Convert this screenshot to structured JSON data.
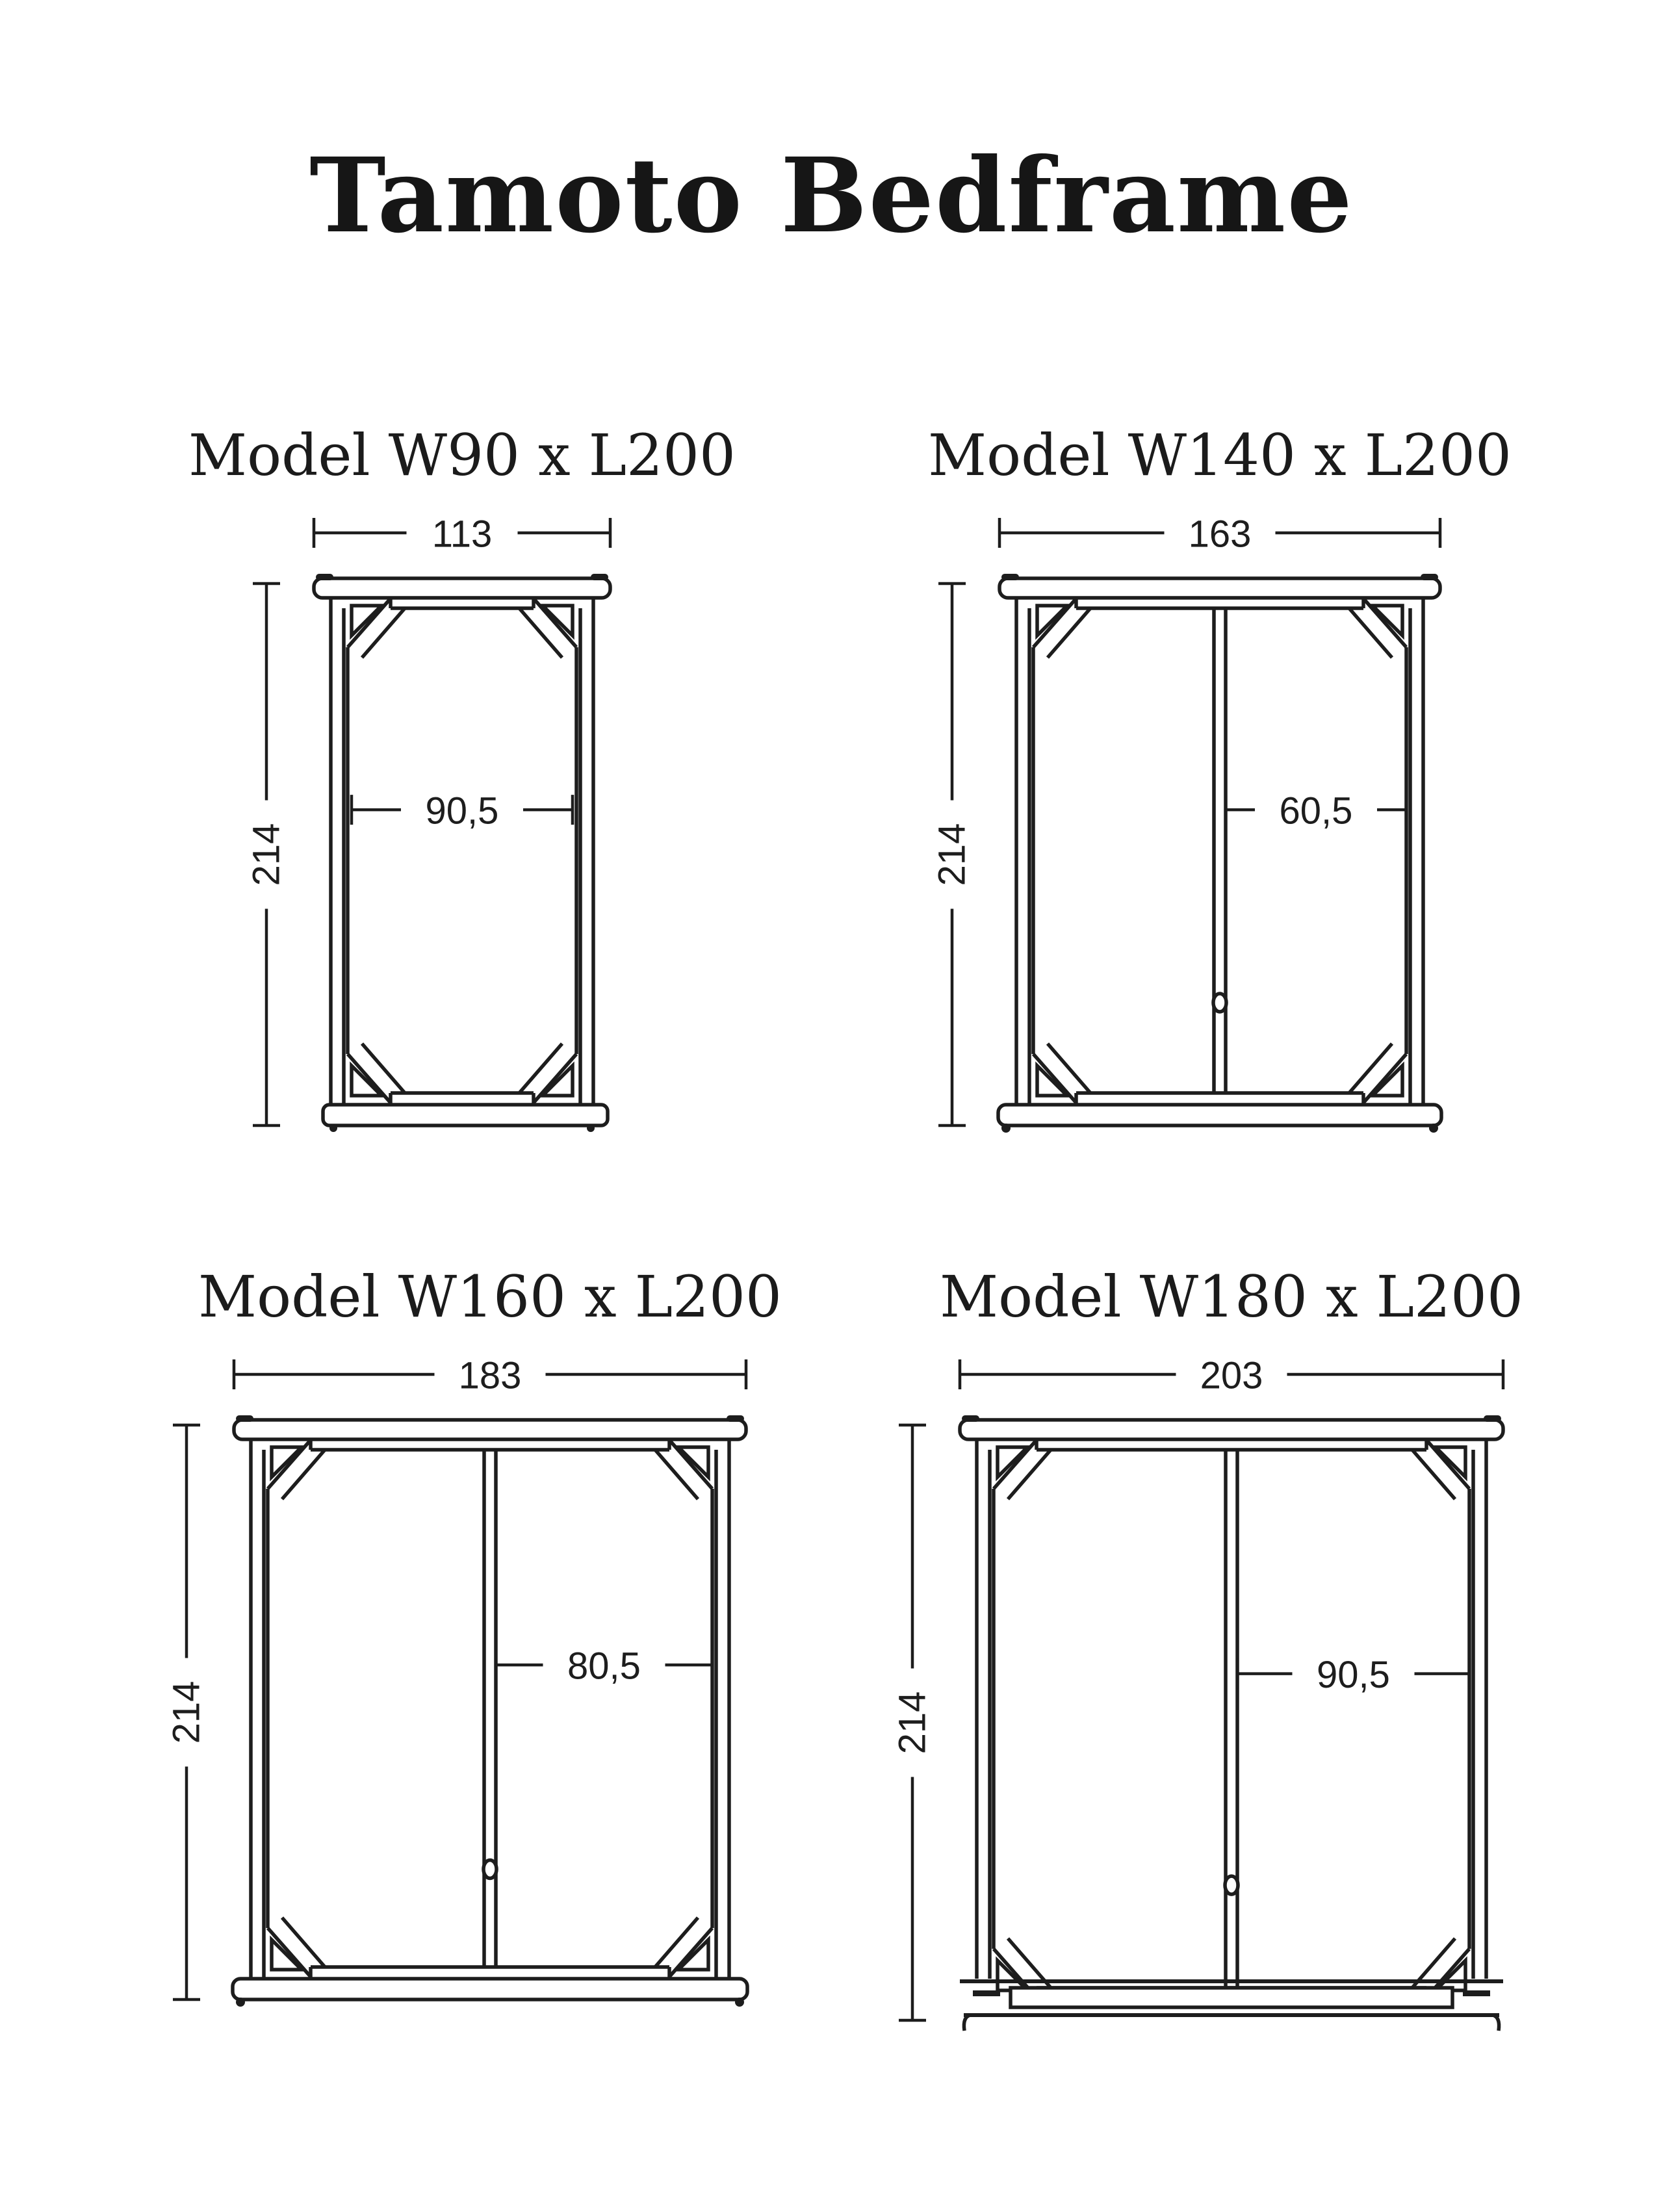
{
  "page_title": "Tamoto Bedframe",
  "colors": {
    "ink": "#1d1d1d",
    "background": "#ffffff"
  },
  "models": [
    {
      "name": "Model W90 x L200",
      "dimensions": {
        "overall_width": "113",
        "inner_width": "90,5",
        "height": "214"
      },
      "center_post": false,
      "base_style": "single"
    },
    {
      "name": "Model W140 x L200",
      "dimensions": {
        "overall_width": "163",
        "inner_width": "60,5",
        "height": "214"
      },
      "center_post": true,
      "base_style": "standard"
    },
    {
      "name": "Model W160 x L200",
      "dimensions": {
        "overall_width": "183",
        "inner_width": "80,5",
        "height": "214"
      },
      "center_post": true,
      "base_style": "standard"
    },
    {
      "name": "Model W180 x L200",
      "dimensions": {
        "overall_width": "203",
        "inner_width": "90,5",
        "height": "214"
      },
      "center_post": true,
      "base_style": "slatted"
    }
  ]
}
